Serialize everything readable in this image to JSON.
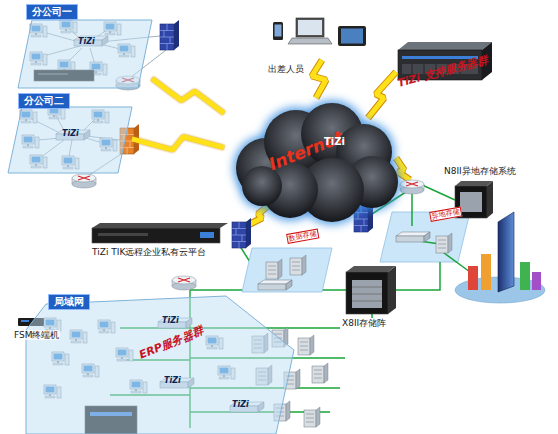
{
  "diagram": {
    "nodes": [
      {
        "text": [
          "分公司一",
          "TiZi"
        ]
      },
      {
        "text": [
          "分公司二",
          "TiZi"
        ]
      },
      {
        "text": [
          "Internet",
          "TiZi"
        ]
      },
      {
        "text": [
          "局域网",
          "TiZi",
          "TiZi",
          "TiZi"
        ]
      }
    ],
    "edges": [
      {
        "from": 0,
        "to": 2,
        "arrow": "none"
      },
      {
        "from": 1,
        "to": 2,
        "arrow": "none"
      }
    ],
    "labels": [
      "出差人员",
      "TiZi 支持服务器群",
      "N8II异地存储系统",
      "数据存储",
      "异地存储",
      "TiZi TIK远程企业私有云平台",
      "X8II存储阵",
      "FSM终端机",
      "ERP服务器群"
    ]
  }
}
